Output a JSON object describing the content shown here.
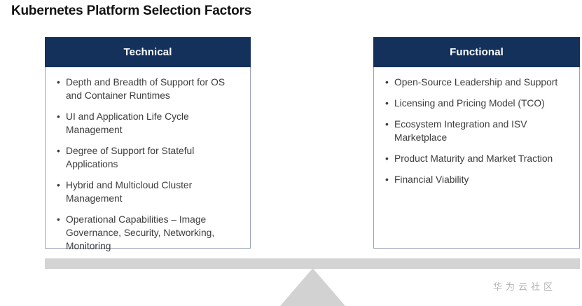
{
  "slide": {
    "title": "Kubernetes Platform Selection Factors",
    "background_color": "#ffffff"
  },
  "theme": {
    "header_navy": "#14315c",
    "card_border": "#99a2b6",
    "body_text": "#3c3c3c",
    "beam_gray": "#d4d4d4",
    "fulcrum_gray": "#d2d2d2",
    "watermark_gray": "#b4b4b4"
  },
  "cards": [
    {
      "id": "technical",
      "header": "Technical",
      "bullet_glyph": "•",
      "items": [
        "Depth and Breadth of Support for OS and Container Runtimes",
        "UI and Application Life Cycle Management",
        "Degree of Support for Stateful Applications",
        "Hybrid and Multicloud Cluster Management",
        "Operational Capabilities – Image Governance, Security, Networking, Monitoring"
      ]
    },
    {
      "id": "functional",
      "header": "Functional",
      "bullet_glyph": "•",
      "items": [
        "Open-Source Leadership and Support",
        "Licensing and Pricing Model (TCO)",
        "Ecosystem Integration and ISV Marketplace",
        "Product Maturity and Market Traction",
        "Financial Viability"
      ]
    }
  ],
  "balance": {
    "beam_label": "balance-beam",
    "fulcrum_label": "balance-fulcrum"
  },
  "watermark": {
    "text": "华为云社区"
  }
}
